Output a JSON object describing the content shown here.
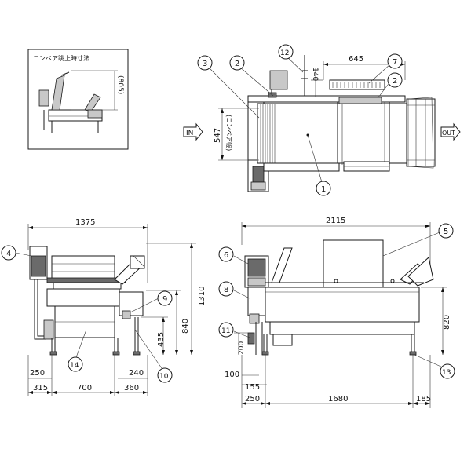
{
  "inset": {
    "title": "コンベア跳上時寸法",
    "dim_805": "(805)"
  },
  "plan_view": {
    "in_label": "IN",
    "out_label": "OUT",
    "dim_645": "645",
    "dim_140": "140",
    "dim_547": "547",
    "conveyor_width_note": "(コンベア幅)"
  },
  "front_view": {
    "dim_1375": "1375",
    "dim_1310": "1310",
    "dim_840": "840",
    "dim_435": "435",
    "dim_250": "250",
    "dim_240": "240",
    "dim_315": "315",
    "dim_700": "700",
    "dim_360": "360"
  },
  "side_view": {
    "dim_2115": "2115",
    "dim_820": "820",
    "dim_200": "200",
    "dim_100": "100",
    "dim_155": "155",
    "dim_250": "250",
    "dim_1680": "1680",
    "dim_185": "185"
  },
  "callouts": [
    "1",
    "2",
    "2",
    "3",
    "4",
    "5",
    "6",
    "7",
    "8",
    "9",
    "10",
    "11",
    "12",
    "13",
    "14"
  ]
}
